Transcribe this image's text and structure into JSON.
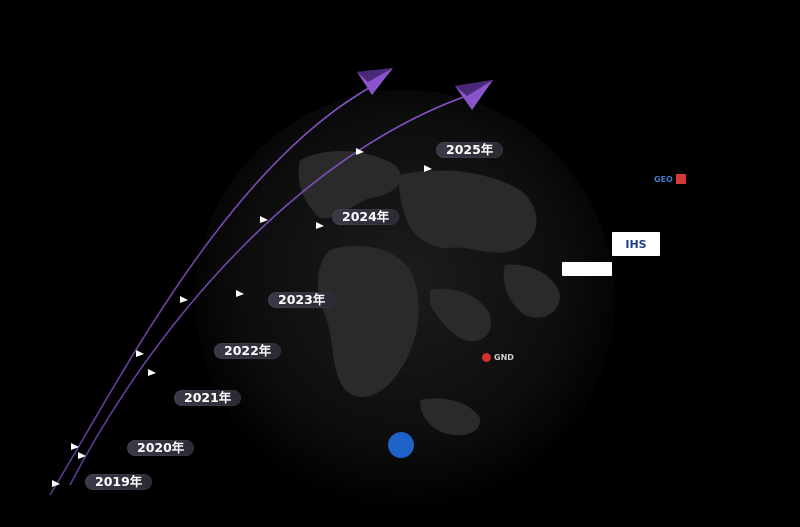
{
  "header": {
    "title": ""
  },
  "colors": {
    "background": "#000000",
    "accent_purple": "#8a55cc",
    "accent_purple_dark": "#4a2a78",
    "pill_background": "#2e2e3a",
    "pill_text": "#ffffff",
    "event_text": "#76767f",
    "globe": "#2a2a2a"
  },
  "timeline": {
    "years": [
      {
        "label": "2019年"
      },
      {
        "label": "2020年"
      },
      {
        "label": "2021年"
      },
      {
        "label": "2022年"
      },
      {
        "label": "2023年"
      },
      {
        "label": "2024年"
      },
      {
        "label": "2025年"
      }
    ],
    "events": [
      {
        "year": "2019年",
        "lines": [
          ""
        ]
      },
      {
        "year": "2020年",
        "lines": [
          "",
          ""
        ]
      },
      {
        "year": "2021年",
        "lines": [
          "",
          "",
          "",
          "",
          "",
          ""
        ]
      },
      {
        "year": "2022年",
        "lines": [
          "",
          ""
        ]
      },
      {
        "year": "2023年",
        "lines": [
          "",
          "",
          "",
          "",
          "",
          "",
          "",
          ""
        ]
      },
      {
        "year": "2024年",
        "lines": [
          "",
          "",
          "",
          "",
          "",
          "",
          "",
          "",
          "",
          "",
          "",
          "",
          ""
        ]
      },
      {
        "year": "2025年",
        "lines": [
          "",
          "",
          "",
          "",
          "",
          ""
        ]
      }
    ]
  },
  "logos": [
    {
      "name": "geo-logo",
      "text": "GEO"
    },
    {
      "name": "calligraphy-logo",
      "text": ""
    },
    {
      "name": "ihs-logo",
      "text": "IHS"
    },
    {
      "name": "aviation-logo",
      "text": ""
    },
    {
      "name": "green-logo",
      "text": ""
    },
    {
      "name": "gnd-logo",
      "text": "GND"
    },
    {
      "name": "blue-emblem-logo",
      "text": ""
    }
  ]
}
